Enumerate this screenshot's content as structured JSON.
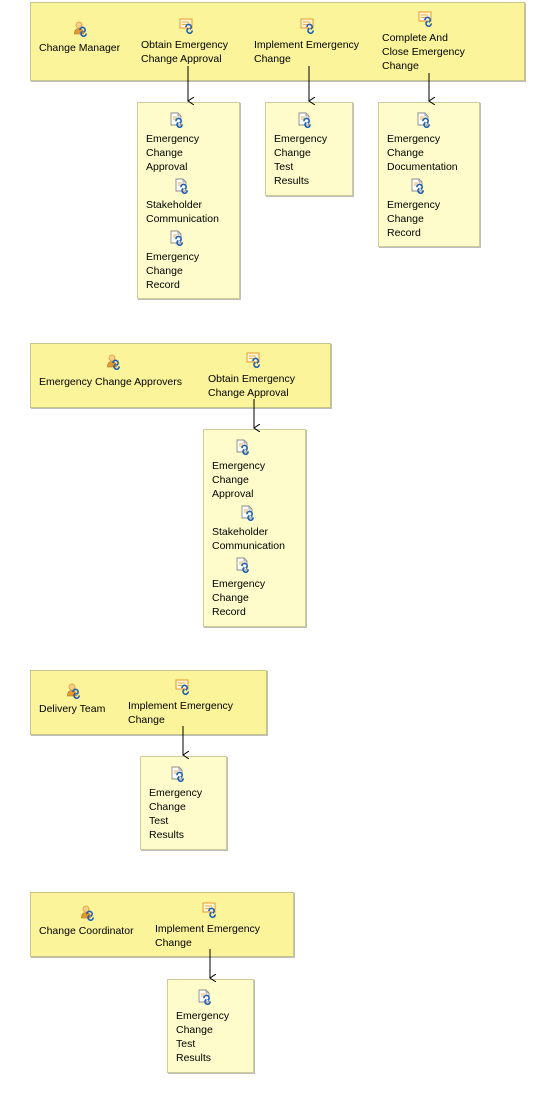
{
  "diagrams": [
    {
      "role": "Change Manager",
      "tasks": [
        {
          "name": "Obtain Emergency\nChange Approval",
          "outputs": [
            "Emergency\nChange\nApproval",
            "Stakeholder\nCommunication",
            "Emergency\nChange\nRecord"
          ]
        },
        {
          "name": "Implement Emergency\nChange",
          "outputs": [
            "Emergency\nChange\nTest\nResults"
          ]
        },
        {
          "name": "Complete And\nClose Emergency\nChange",
          "outputs": [
            "Emergency\nChange\nDocumentation",
            "Emergency\nChange\nRecord"
          ]
        }
      ]
    },
    {
      "role": "Emergency Change Approvers",
      "tasks": [
        {
          "name": "Obtain Emergency\nChange Approval",
          "outputs": [
            "Emergency\nChange\nApproval",
            "Stakeholder\nCommunication",
            "Emergency\nChange\nRecord"
          ]
        }
      ]
    },
    {
      "role": "Delivery Team",
      "tasks": [
        {
          "name": "Implement Emergency\nChange",
          "outputs": [
            "Emergency\nChange\nTest\nResults"
          ]
        }
      ]
    },
    {
      "role": "Change Coordinator",
      "tasks": [
        {
          "name": "Implement Emergency\nChange",
          "outputs": [
            "Emergency\nChange\nTest\nResults"
          ]
        }
      ]
    }
  ],
  "icons": {
    "role": "role-person-icon",
    "task": "task-icon",
    "work_product": "work-product-icon"
  },
  "colors": {
    "band_fill": "#fbf49a",
    "output_box_fill": "#fefcca",
    "arrow": "#000000",
    "icon_blue": "#1f5fb5",
    "icon_orange": "#e89a2c"
  }
}
